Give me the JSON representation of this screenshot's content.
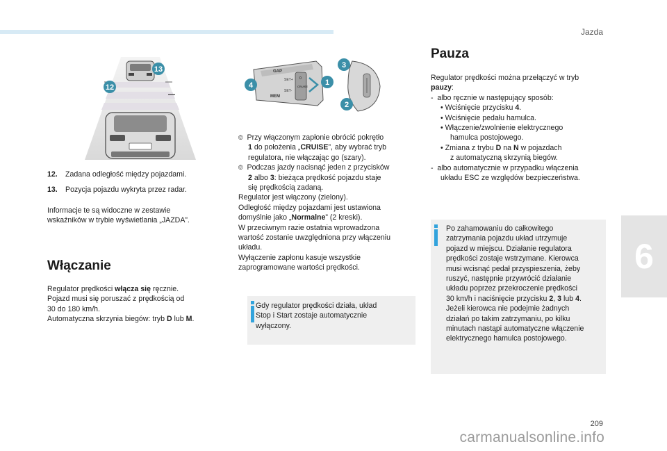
{
  "header": {
    "section": "Jazda"
  },
  "side_tab": {
    "chapter": "6"
  },
  "footer": {
    "page": "209",
    "watermark": "carmanualsonline.info"
  },
  "figure1": {
    "callout_12": "12",
    "callout_13": "13"
  },
  "legend": [
    {
      "num": "12.",
      "text": "Zadana odległość między pojazdami."
    },
    {
      "num": "13.",
      "text": "Pozycja pojazdu wykryta przez radar."
    }
  ],
  "col1": {
    "info_line1": "Informacje te są widoczne w zestawie",
    "info_line2": "wskaźników w trybie wyświetlania „JAZDA”.",
    "heading": "Włączanie",
    "p1_pre": "Regulator prędkości ",
    "p1_bold": "włącza się",
    "p1_post": " ręcznie.",
    "p2": "Pojazd musi się poruszać z prędkością od",
    "p3": "30 do 180 km/h.",
    "p4_pre": "Automatyczna skrzynia biegów: tryb ",
    "p4_b1": "D",
    "p4_mid": " lub ",
    "p4_b2": "M",
    "p4_post": "."
  },
  "figure2": {
    "callout_1": "1",
    "callout_2": "2",
    "callout_3": "3",
    "callout_4": "4",
    "stalk_gap": "GAP",
    "stalk_mem": "MEM",
    "stalk_set_plus": "SET+",
    "stalk_set_minus": "SET-",
    "stalk_cruise": "CRUISE",
    "stalk_off": "0"
  },
  "col2": {
    "s1_mark": "©",
    "s1_l1": "Przy włączonym zapłonie obrócić pokrętło",
    "s1_l2_b1": "1",
    "s1_l2_mid": " do położenia „",
    "s1_l2_b2": "CRUISE",
    "s1_l2_post": "”, aby wybrać tryb",
    "s1_l3": "regulatora, nie włączając go (szary).",
    "s2_mark": "©",
    "s2_l1": "Podczas jazdy nacisnąć jeden z przycisków",
    "s2_l2_b1": "2",
    "s2_l2_mid": " albo ",
    "s2_l2_b2": "3",
    "s2_l2_post": ": bieżąca prędkość pojazdu staje",
    "s2_l3": "się prędkością zadaną.",
    "p_on": "Regulator jest włączony (zielony).",
    "p_gap1": "Odległość między pojazdami jest ustawiona",
    "p_gap2_pre": "domyślnie jako „",
    "p_gap2_bold": "Normalne",
    "p_gap2_post": "” (2 kreski).",
    "p_else1": "W przeciwnym razie ostatnia wprowadzona",
    "p_else2": "wartość zostanie uwzględniona przy włączeniu",
    "p_else3": "układu.",
    "p_off1": "Wyłączenie zapłonu kasuje wszystkie",
    "p_off2": "zaprogramowane wartości prędkości.",
    "box_l1": "Gdy regulator prędkości działa, układ",
    "box_l2": "Stop i Start zostaje automatycznie",
    "box_l3": "wyłączony."
  },
  "col3": {
    "heading": "Pauza",
    "intro1": "Regulator prędkości można przełączyć w tryb",
    "intro2_bold": "pauzy",
    "intro2_post": ":",
    "d1": "-  albo ręcznie w następujący sposób:",
    "b1_pre": "• Wciśnięcie przycisku ",
    "b1_bold": "4",
    "b1_post": ".",
    "b2": "• Wciśnięcie pedału hamulca.",
    "b3_l1": "• Włączenie/zwolnienie elektrycznego",
    "b3_l2": "hamulca postojowego.",
    "b4_l1_pre": "• Zmiana z trybu ",
    "b4_l1_b1": "D",
    "b4_l1_mid": " na ",
    "b4_l1_b2": "N",
    "b4_l1_post": " w pojazdach",
    "b4_l2": "z automatyczną skrzynią biegów.",
    "d2_l1": "-  albo automatycznie w przypadku włączenia",
    "d2_l2": "układu ESC ze względów bezpieczeństwa.",
    "box": [
      "Po zahamowaniu do całkowitego",
      "zatrzymania pojazdu układ utrzymuje",
      "pojazd w miejscu. Działanie regulatora",
      "prędkości zostaje wstrzymane. Kierowca",
      "musi wcisnąć pedał przyspieszenia, żeby",
      "ruszyć, następnie przywrócić działanie",
      "układu poprzez przekroczenie prędkości"
    ],
    "box_l8_pre": "30 km/h i naciśnięcie przycisku ",
    "box_l8_b1": "2",
    "box_l8_m1": ", ",
    "box_l8_b2": "3",
    "box_l8_m2": " lub ",
    "box_l8_b3": "4",
    "box_l8_post": ".",
    "box_rest": [
      "Jeżeli kierowca nie podejmie żadnych",
      "działań po takim zatrzymaniu, po kilku",
      "minutach nastąpi automatyczne włączenie",
      "elektrycznego hamulca postojowego."
    ]
  },
  "colors": {
    "accent_blue": "#32a3dc",
    "callout_teal": "#3b8fa8",
    "box_grey": "#efefef"
  }
}
